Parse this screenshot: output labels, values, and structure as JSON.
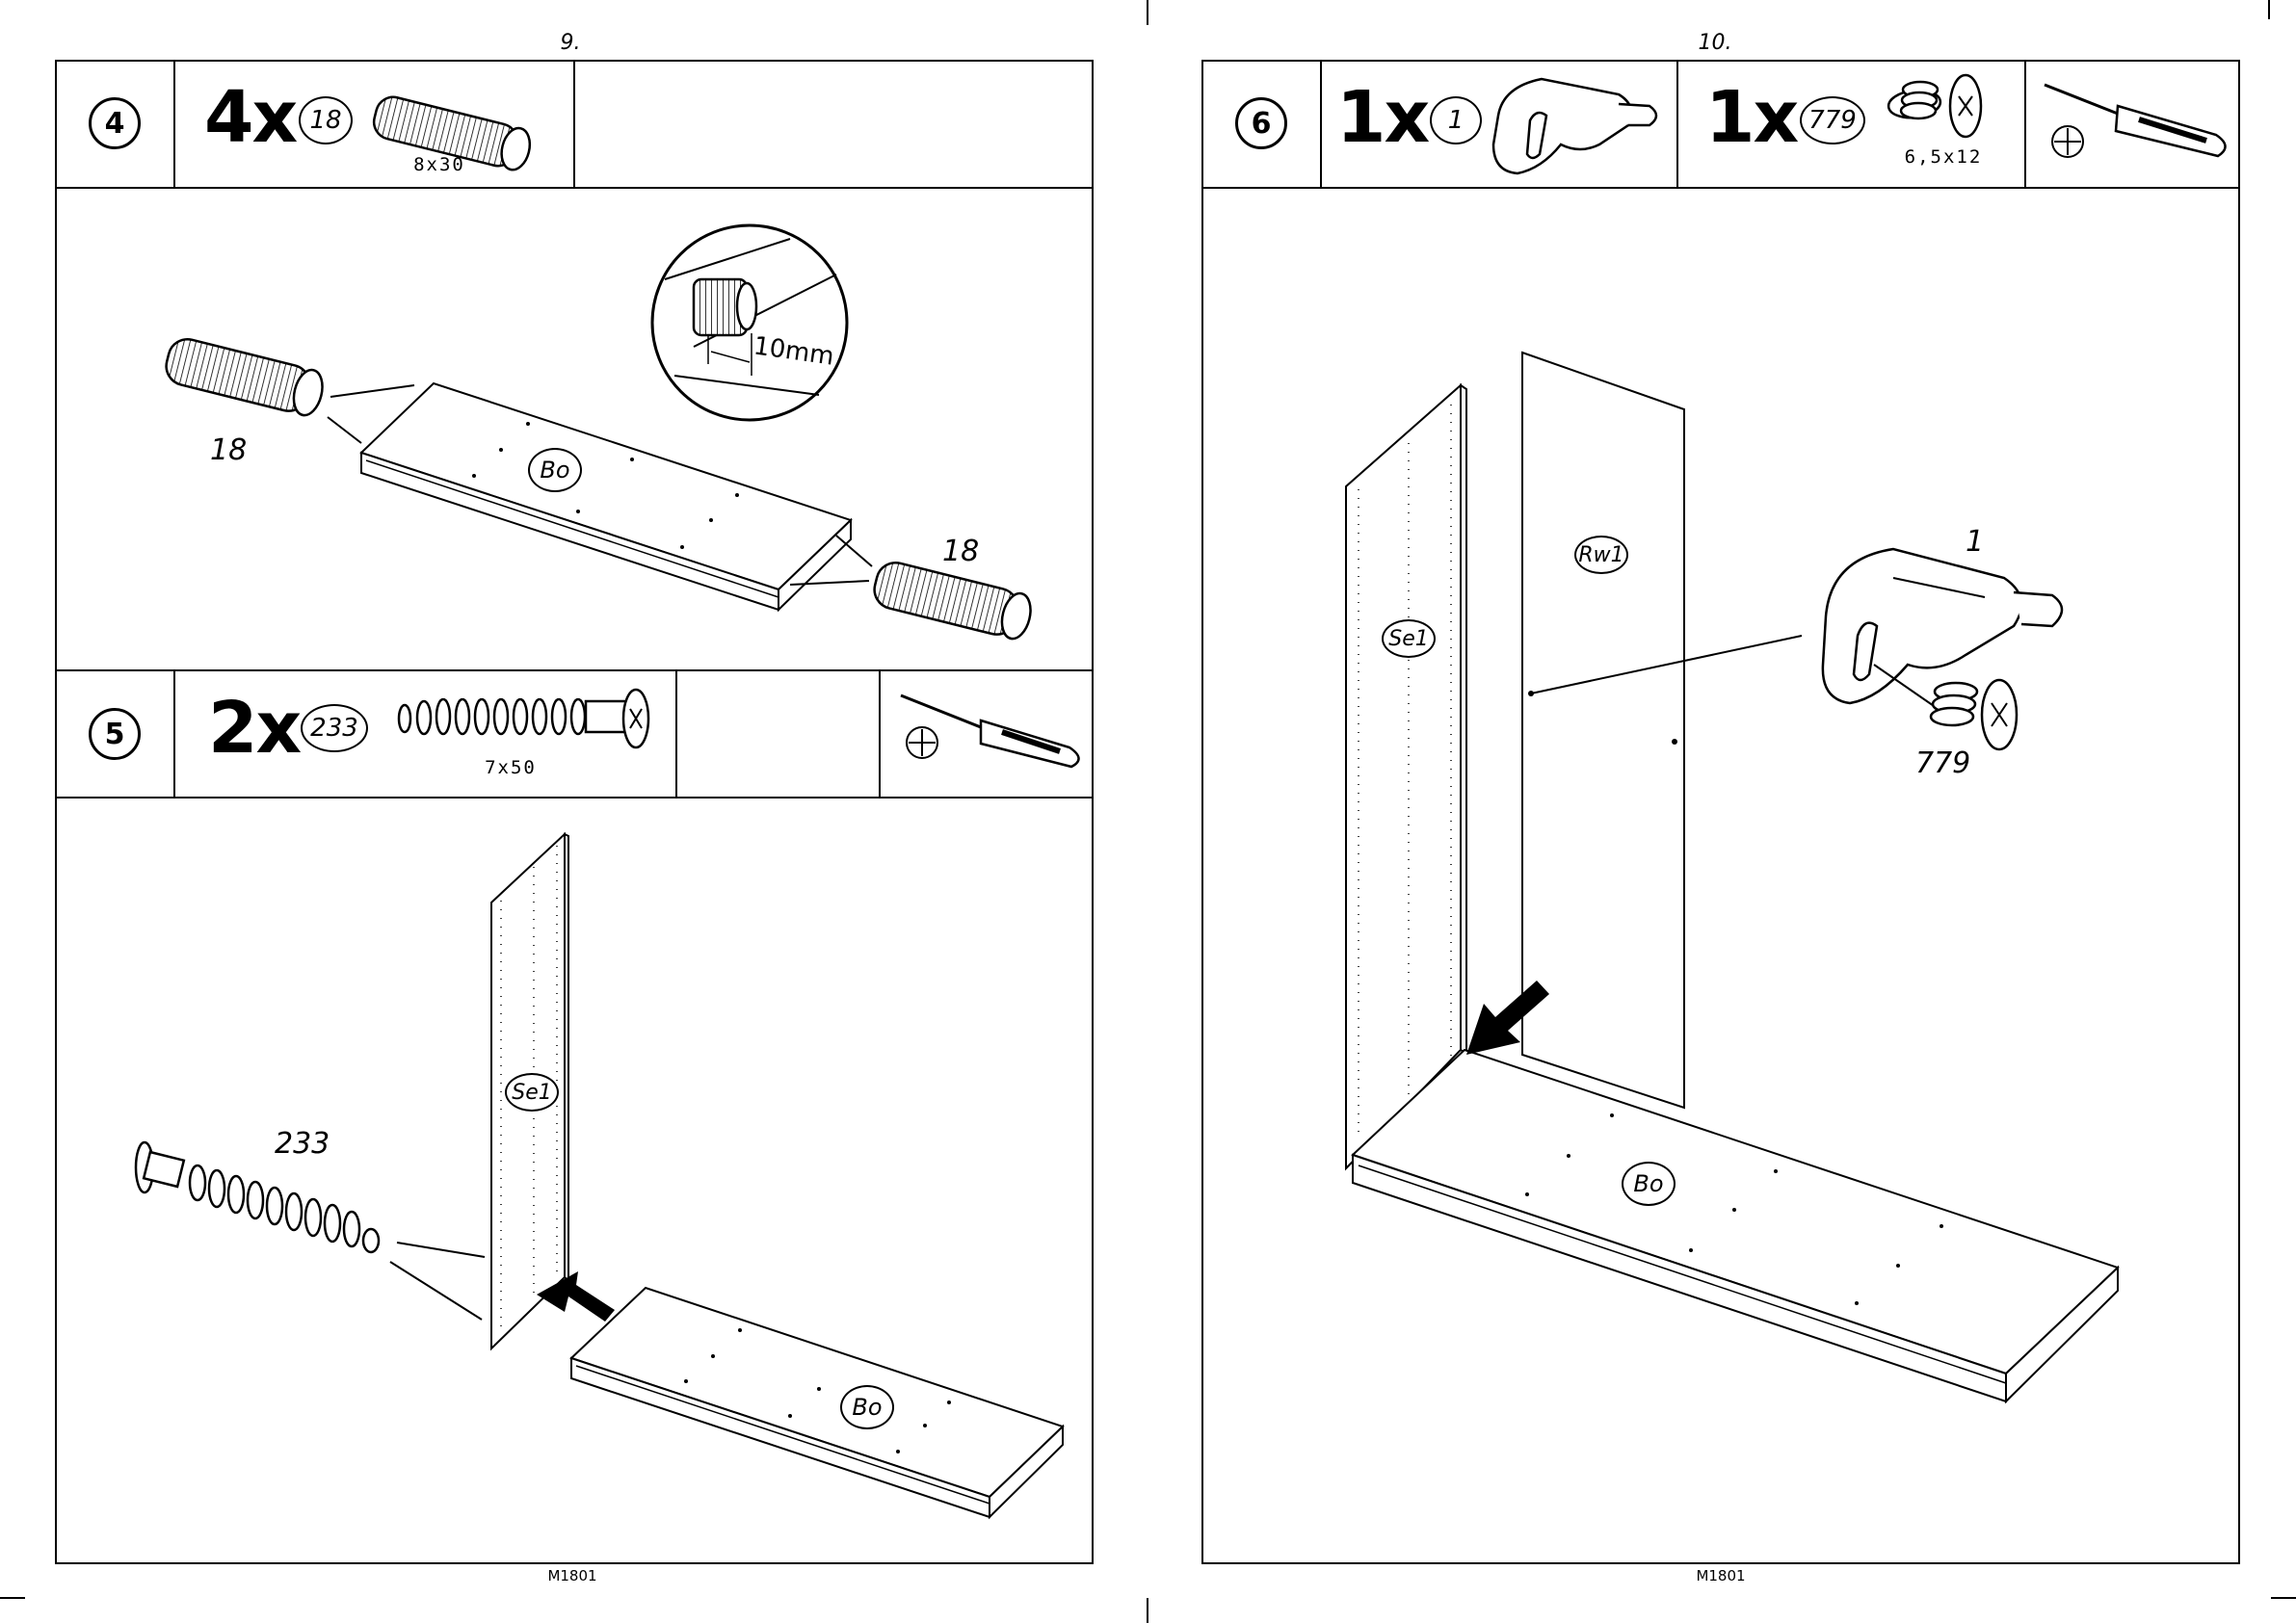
{
  "left_page": {
    "page_number": "9.",
    "footer": "M1801",
    "step4": {
      "number": "4",
      "quantity": "4x",
      "part": "18",
      "part_dimension": "8x30",
      "callout_left": "18",
      "callout_right": "18",
      "detail_measure": "10mm",
      "board_label": "Bo"
    },
    "step5": {
      "number": "5",
      "quantity": "2x",
      "part": "233",
      "part_dimension": "7x50",
      "callout": "233",
      "side_panel_label": "Se1",
      "board_label": "Bo",
      "tool_icon": "screwdriver-icon"
    }
  },
  "right_page": {
    "page_number": "10.",
    "footer": "M1801",
    "step6": {
      "number": "6",
      "item1_quantity": "1x",
      "item1_part": "1",
      "item2_quantity": "1x",
      "item2_part": "779",
      "item2_dimension": "6,5x12",
      "callout_bracket": "1",
      "callout_screw": "779",
      "side_panel_label": "Se1",
      "back_panel_label": "Rw1",
      "board_label": "Bo",
      "tool_icon": "screwdriver-icon"
    }
  }
}
